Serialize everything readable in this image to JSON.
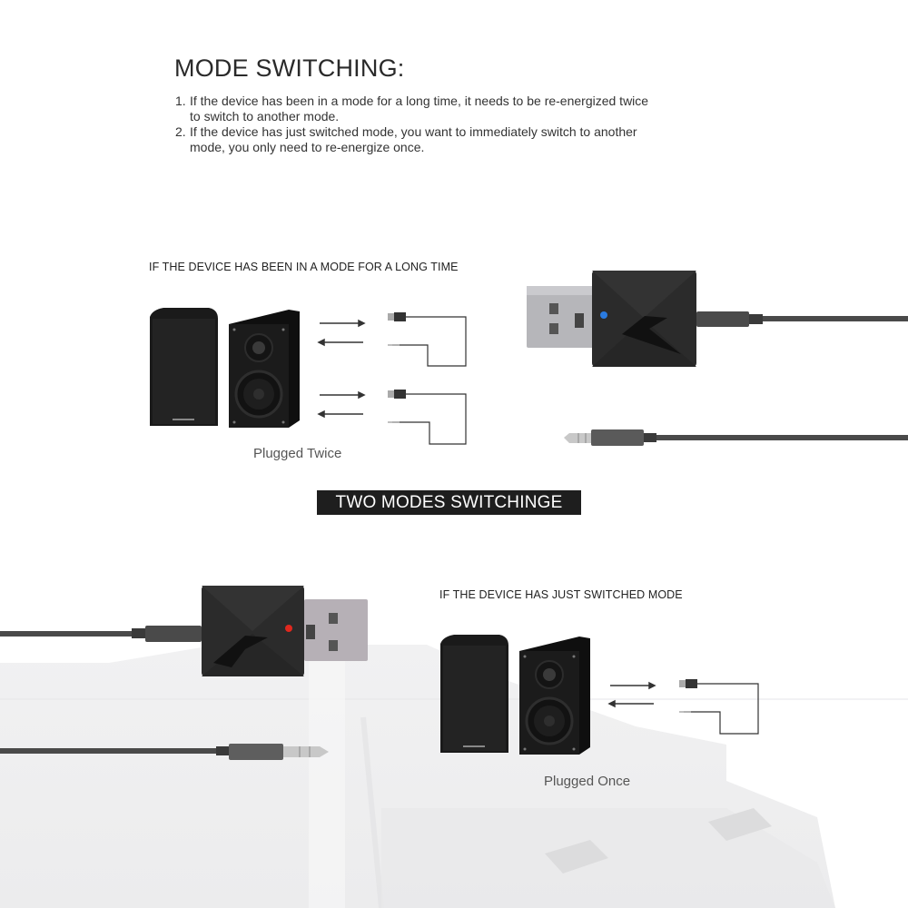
{
  "header": {
    "title": "MODE SWITCHING:",
    "instructions": [
      {
        "num": "1.",
        "line1": "If the device has been in a mode for a long time, it needs to be re-energized twice",
        "line2": "to switch to another mode."
      },
      {
        "num": "2.",
        "line1": "If the device has just switched mode, you want to immediately switch to another",
        "line2": "mode, you only need to re-energize once."
      }
    ]
  },
  "section_long_time": {
    "label": "IF THE DEVICE HAS BEEN IN A MODE FOR A LONG TIME",
    "caption": "Plugged Twice",
    "led_color": "#2a7be0"
  },
  "banner": {
    "label": "TWO MODES SWITCHINGE"
  },
  "section_just_switched": {
    "label": "IF THE DEVICE HAS JUST SWITCHED MODE",
    "caption": "Plugged Once",
    "led_color": "#e0281e"
  },
  "colors": {
    "device_body": "#2b2b2b",
    "usb_metal": "#b9b9bd",
    "banner_bg": "#1e1e1e",
    "cable": "#4a4a4a"
  }
}
